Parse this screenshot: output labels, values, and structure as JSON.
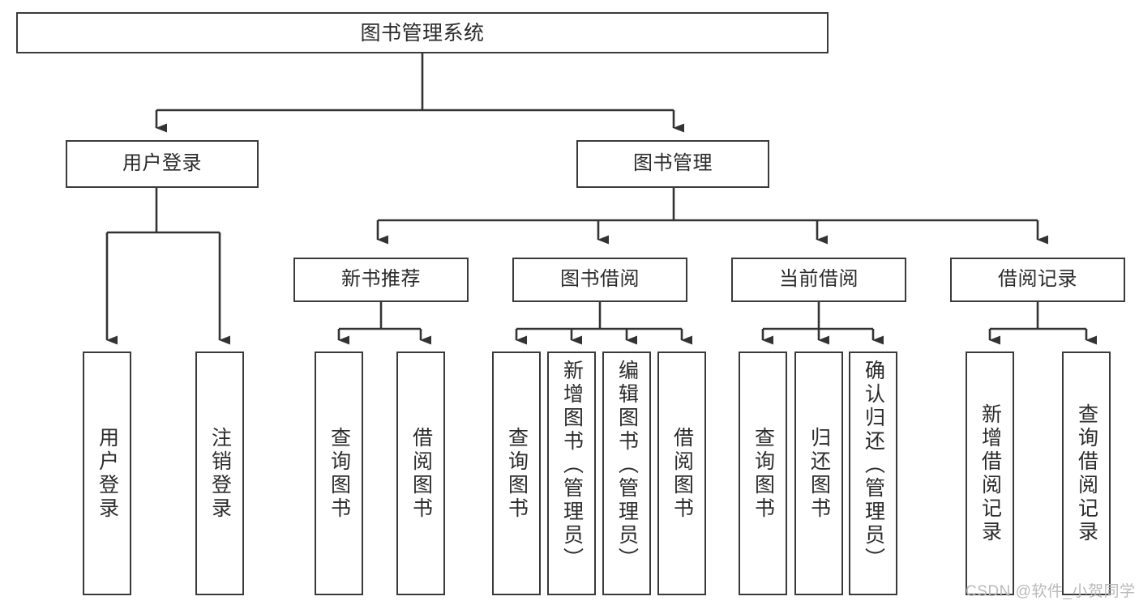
{
  "diagram": {
    "type": "tree-hierarchy",
    "title": "图书管理系统",
    "colors": {
      "box_border": "#3a3a3a",
      "connector": "#333333",
      "text": "#2b2b2b",
      "background": "#ffffff",
      "watermark": "#b9b9b9"
    },
    "levels": {
      "root": {
        "label": "图书管理系统"
      },
      "level1": [
        {
          "id": "user-login",
          "label": "用户登录"
        },
        {
          "id": "book-management",
          "label": "图书管理"
        }
      ],
      "level2": [
        {
          "id": "new-book-recommend",
          "label": "新书推荐"
        },
        {
          "id": "book-borrow",
          "label": "图书借阅"
        },
        {
          "id": "current-borrow",
          "label": "当前借阅"
        },
        {
          "id": "borrow-record",
          "label": "借阅记录"
        }
      ],
      "leaves": {
        "user_login": [
          {
            "id": "leaf-user-login",
            "label": "用户登录"
          },
          {
            "id": "leaf-logout",
            "label": "注销登录"
          }
        ],
        "new_book_recommend": [
          {
            "id": "leaf-query-book-1",
            "label": "查询图书"
          },
          {
            "id": "leaf-borrow-book-1",
            "label": "借阅图书"
          }
        ],
        "book_borrow": [
          {
            "id": "leaf-query-book-2",
            "label": "查询图书"
          },
          {
            "id": "leaf-add-book",
            "label": "新增图书（管理员）"
          },
          {
            "id": "leaf-edit-book",
            "label": "编辑图书（管理员）"
          },
          {
            "id": "leaf-borrow-book-2",
            "label": "借阅图书"
          }
        ],
        "current_borrow": [
          {
            "id": "leaf-query-book-3",
            "label": "查询图书"
          },
          {
            "id": "leaf-return-book",
            "label": "归还图书"
          },
          {
            "id": "leaf-confirm-return",
            "label": "确认归还（管理员）"
          }
        ],
        "borrow_record": [
          {
            "id": "leaf-add-record",
            "label": "新增借阅记录"
          },
          {
            "id": "leaf-query-record",
            "label": "查询借阅记录"
          }
        ]
      }
    },
    "watermark": "CSDN @软件_小贺同学"
  }
}
